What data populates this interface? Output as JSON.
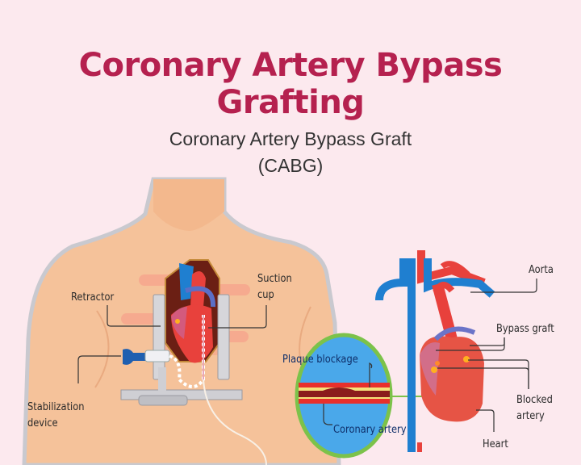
{
  "header": {
    "title": "Coronary Artery Bypass Grafting",
    "subtitle_line1": "Coronary Artery Bypass Graft",
    "subtitle_line2": "(CABG)"
  },
  "labels": {
    "retractor": "Retractor",
    "suction_cup_line1": "Suction",
    "suction_cup_line2": "cup",
    "stabilization_line1": "Stabilization",
    "stabilization_line2": "device",
    "plaque_blockage": "Plaque blockage",
    "coronary_artery": "Coronary artery",
    "aorta": "Aorta",
    "bypass_graft": "Bypass graft",
    "blocked_artery_line1": "Blocked",
    "blocked_artery_line2": "artery",
    "heart": "Heart"
  },
  "colors": {
    "background": "#fce9ee",
    "title": "#b5214f",
    "skin": "#f5c29a",
    "artery_red": "#e8413c",
    "vein_blue": "#1f7fd0",
    "callout_green": "#7cc24a",
    "callout_fill": "#4aa8ea"
  }
}
